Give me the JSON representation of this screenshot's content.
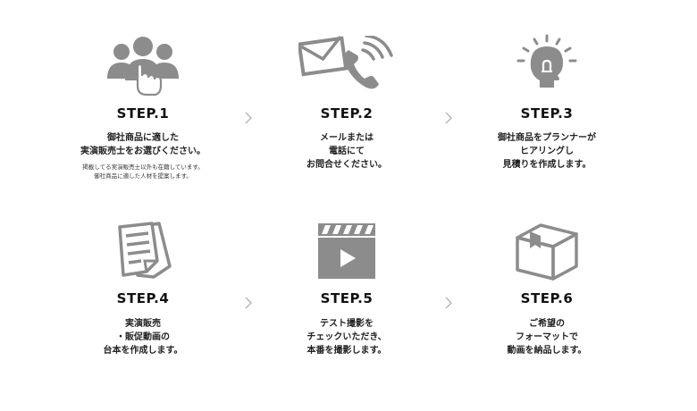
{
  "colors": {
    "icon_gray": "#8c8c8c",
    "chevron_gray": "#b3b3b3",
    "text": "#222222"
  },
  "steps": [
    {
      "icon": "people-pointing-icon",
      "title": "STEP.1",
      "lines": [
        "御社商品に適した",
        "実演販売士をお選びください。"
      ],
      "note": [
        "掲載してる実演販売士以外も在籍しています。",
        "御社商品に適した人材を提案します。"
      ]
    },
    {
      "icon": "mail-phone-icon",
      "title": "STEP.2",
      "lines": [
        "メールまたは",
        "電話にて",
        "お問合せください。"
      ]
    },
    {
      "icon": "lightbulb-head-icon",
      "title": "STEP.3",
      "lines": [
        "御社商品をプランナーが",
        "ヒアリングし",
        "見積りを作成します。"
      ]
    },
    {
      "icon": "document-icon",
      "title": "STEP.4",
      "lines": [
        "実演販売",
        "・販促動画の",
        "台本を作成します。"
      ]
    },
    {
      "icon": "clapperboard-icon",
      "title": "STEP.5",
      "lines": [
        "テスト撮影を",
        "チェックいただき、",
        "本番を撮影します。"
      ]
    },
    {
      "icon": "box-icon",
      "title": "STEP.6",
      "lines": [
        "ご希望の",
        "フォーマットで",
        "動画を納品します。"
      ]
    }
  ]
}
